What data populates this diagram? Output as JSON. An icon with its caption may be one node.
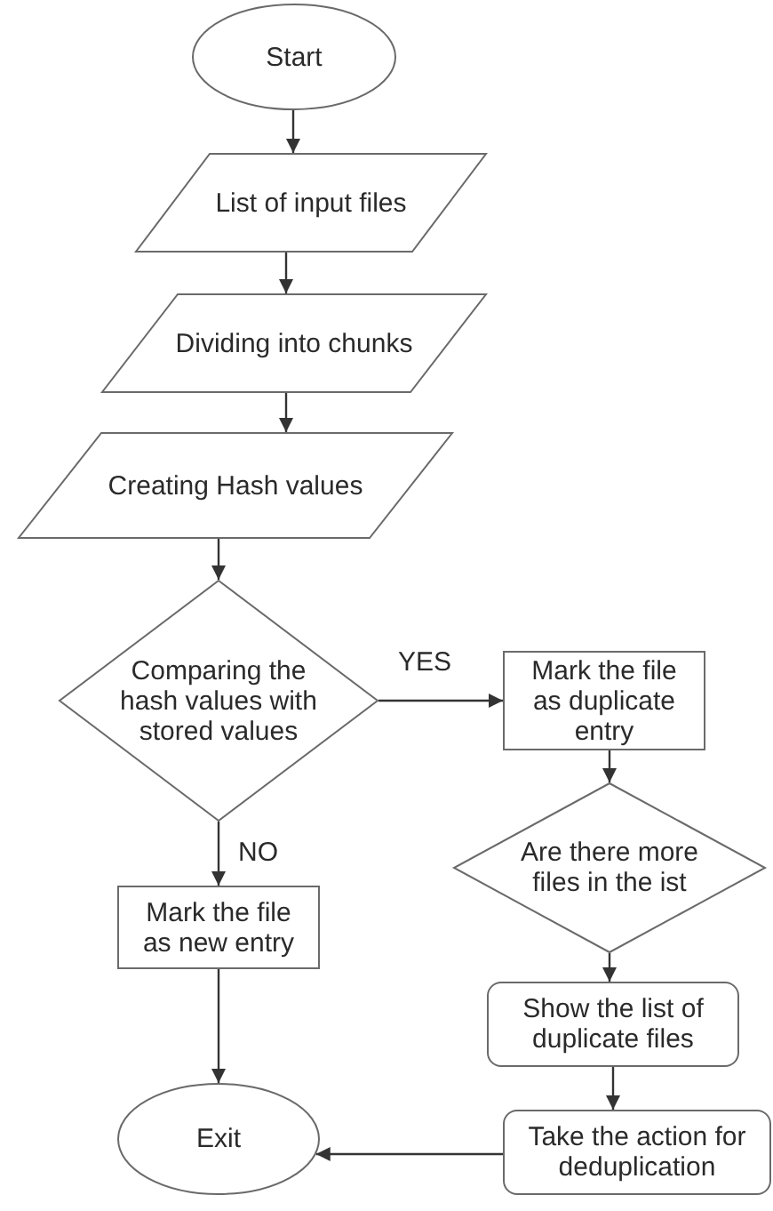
{
  "diagram": {
    "nodes": [
      {
        "text": [
          "Start"
        ]
      },
      {
        "text": [
          "List of input files"
        ]
      },
      {
        "text": [
          "Dividing into chunks"
        ]
      },
      {
        "text": [
          "Creating Hash values"
        ]
      },
      {
        "text": [
          "Comparing the hash values with stored values"
        ]
      },
      {
        "text": [
          "Mark the file as duplicate entry"
        ]
      },
      {
        "text": [
          "Are there more files in the ist"
        ]
      },
      {
        "text": [
          "Mark the file as new entry"
        ]
      },
      {
        "text": [
          "Show the list of duplicate files"
        ]
      },
      {
        "text": [
          "Exit"
        ]
      },
      {
        "text": [
          "Take the action for deduplication"
        ]
      }
    ],
    "edges": [
      {
        "from": 0,
        "to": 1,
        "arrow": "to"
      },
      {
        "from": 1,
        "to": 2,
        "arrow": "to"
      },
      {
        "from": 2,
        "to": 3,
        "arrow": "to"
      },
      {
        "from": 3,
        "to": 4,
        "arrow": "to"
      },
      {
        "from": 4,
        "to": 5,
        "arrow": "to",
        "label": "YES"
      },
      {
        "from": 4,
        "to": 7,
        "arrow": "to",
        "label": "NO"
      },
      {
        "from": 5,
        "to": 6,
        "arrow": "to"
      },
      {
        "from": 6,
        "to": 8,
        "arrow": "to"
      },
      {
        "from": 8,
        "to": 10,
        "arrow": "to"
      },
      {
        "from": 7,
        "to": 9,
        "arrow": "to"
      },
      {
        "from": 10,
        "to": 9,
        "arrow": "to"
      }
    ]
  }
}
